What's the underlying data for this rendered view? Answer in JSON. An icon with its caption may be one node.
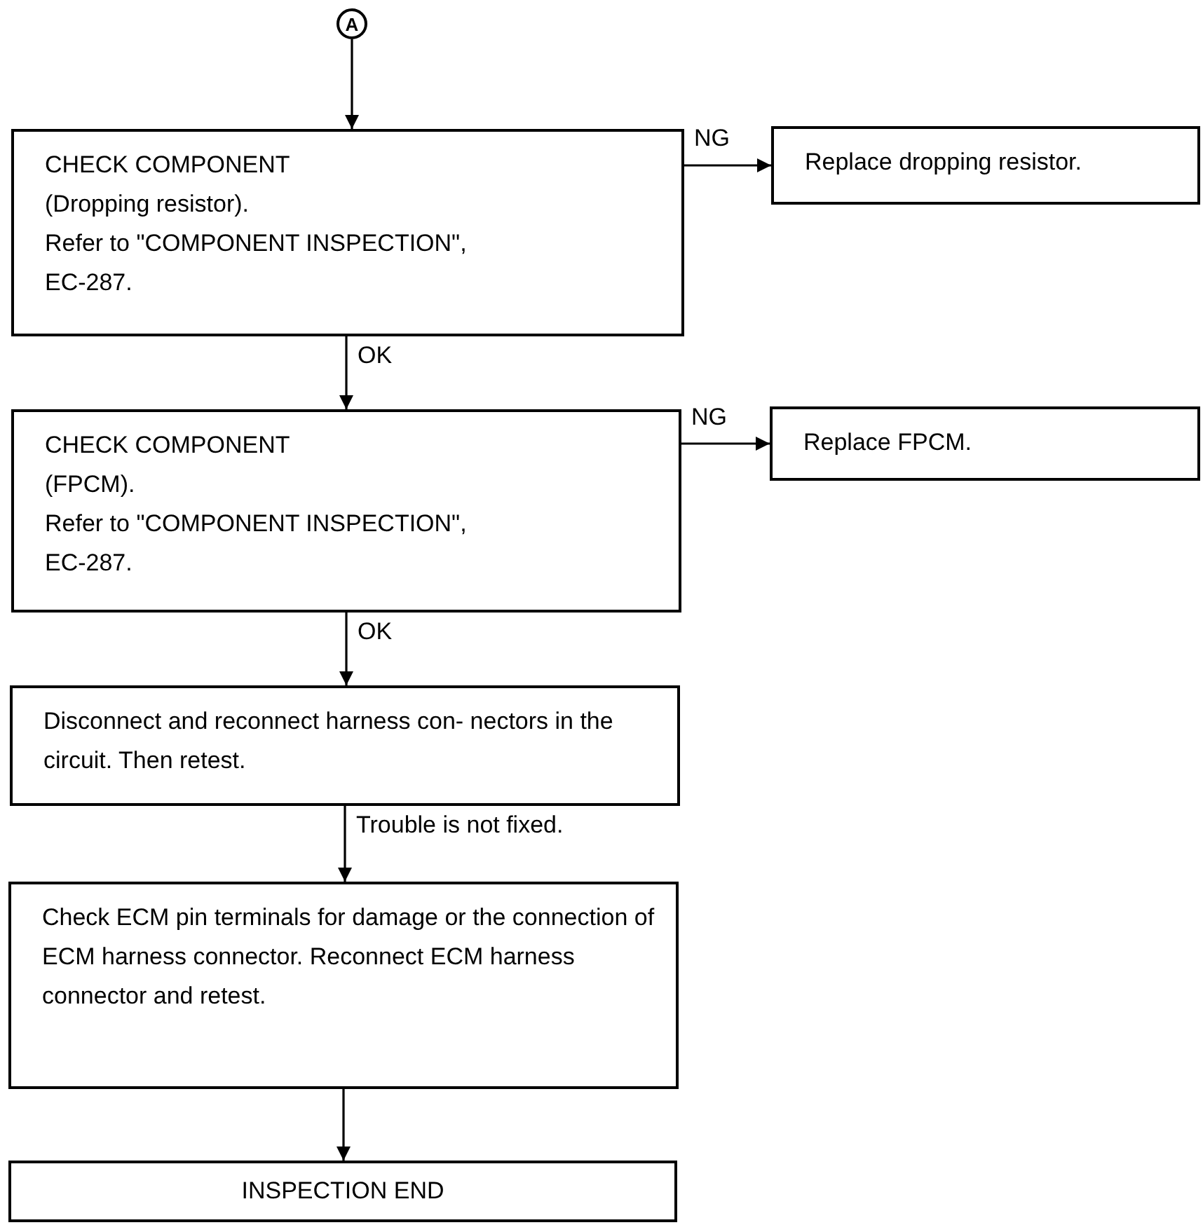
{
  "diagram": {
    "nodes": [
      {
        "text": [
          "A"
        ]
      },
      {
        "text": [
          "CHECK COMPONENT",
          "(Dropping resistor).",
          "Refer to \"COMPONENT INSPECTION\",",
          "EC-287."
        ]
      },
      {
        "text": [
          "Replace dropping resistor."
        ]
      },
      {
        "text": [
          "CHECK COMPONENT",
          "(FPCM).",
          "Refer to \"COMPONENT INSPECTION\",",
          "EC-287."
        ]
      },
      {
        "text": [
          "Replace FPCM."
        ]
      },
      {
        "text": [
          "Disconnect and reconnect harness con- nectors in the circuit. Then retest."
        ]
      },
      {
        "text": [
          "Check ECM pin terminals for damage or the connection of ECM harness connector. Reconnect ECM harness connector and retest."
        ]
      },
      {
        "text": [
          "INSPECTION END"
        ]
      }
    ],
    "edges": [
      {
        "from": 0,
        "to": 1,
        "arrow": "to"
      },
      {
        "from": 1,
        "to": 2,
        "arrow": "to",
        "label": "NG"
      },
      {
        "from": 1,
        "to": 3,
        "arrow": "to",
        "label": "OK"
      },
      {
        "from": 3,
        "to": 4,
        "arrow": "to",
        "label": "NG"
      },
      {
        "from": 3,
        "to": 5,
        "arrow": "to",
        "label": "OK"
      },
      {
        "from": 5,
        "to": 6,
        "arrow": "to",
        "label": "Trouble is not fixed."
      },
      {
        "from": 6,
        "to": 7,
        "arrow": "to"
      }
    ]
  }
}
